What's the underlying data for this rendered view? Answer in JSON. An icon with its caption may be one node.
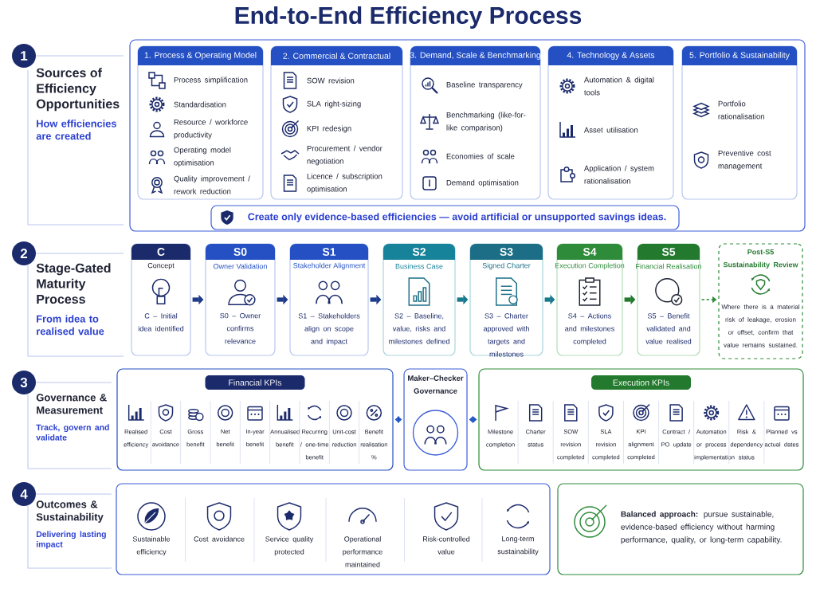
{
  "diagram": {
    "title": "End-to-End Efficiency Process",
    "nodes": [
      {
        "text": [
          "1"
        ]
      },
      {
        "text": [
          "Sources of Efficiency Opportunities",
          "How efficiencies are created"
        ]
      },
      {
        "text": [],
        "shape": "box"
      },
      {
        "text": [
          "1. Process & Operating Model",
          "Process simplification",
          "Standardisation",
          "Resource / workforce productivity",
          "Operating model optimisation",
          "Quality improvement / rework reduction"
        ],
        "in": 2
      },
      {
        "text": [
          "2. Commercial & Contractual",
          "SOW revision",
          "SLA right-sizing",
          "KPI redesign",
          "Procurement / vendor negotiation",
          "Licence / subscription optimisation"
        ],
        "in": 2
      },
      {
        "text": [
          "3. Demand, Scale & Benchmarking",
          "Baseline transparency",
          "Benchmarking (like-for-like comparison)",
          "Economies of scale",
          "Demand optimisation"
        ],
        "in": 2
      },
      {
        "text": [
          "4. Technology & Assets",
          "Automation & digital tools",
          "Asset utilisation",
          "Application / system rationalisation"
        ],
        "in": 2
      },
      {
        "text": [
          "5. Portfolio & Sustainability",
          "Portfolio rationalisation",
          "Preventive cost management"
        ],
        "in": 2
      },
      {
        "text": [
          "Create only evidence-based efficiencies — avoid artificial or unsupported savings ideas."
        ],
        "in": 2
      },
      {
        "text": [
          "2"
        ]
      },
      {
        "text": [
          "Stage-Gated Maturity Process",
          "From idea to realised value"
        ]
      },
      {
        "text": [
          "C",
          "Concept",
          "C – Initial idea identified"
        ]
      },
      {
        "text": [
          "S0",
          "Owner Validation",
          "S0 – Owner confirms relevance"
        ]
      },
      {
        "text": [
          "S1",
          "Stakeholder Alignment",
          "S1 – Stakeholders align on scope and impact"
        ]
      },
      {
        "text": [
          "S2",
          "Business Case",
          "S2 – Baseline, value, risks and milestones defined"
        ]
      },
      {
        "text": [
          "S3",
          "Signed Charter",
          "S3 – Charter approved with targets and milestones"
        ]
      },
      {
        "text": [
          "S4",
          "Execution Completion",
          "S4 – Actions and milestones completed"
        ]
      },
      {
        "text": [
          "S5",
          "Financial Realisation",
          "S5 – Benefit validated and value realised"
        ]
      },
      {
        "text": [
          "Post-S5 Sustainability Review",
          "Where there is a material risk of leakage, erosion or offset, confirm that value remains sustained."
        ]
      },
      {
        "text": [
          "3"
        ]
      },
      {
        "text": [
          "Governance & Measurement",
          "Track, govern and validate"
        ]
      },
      {
        "text": [
          "Financial KPIs",
          "Realised efficiency",
          "Cost avoidance",
          "Gross benefit",
          "Net benefit",
          "In-year benefit",
          "Annualised benefit",
          "Recurring / one-time benefit",
          "Unit-cost reduction",
          "Benefit realisation %"
        ]
      },
      {
        "text": [
          "Maker–Checker Governance"
        ]
      },
      {
        "text": [
          "Execution KPIs",
          "Milestone completion",
          "Charter status",
          "SOW revision completed",
          "SLA revision completed",
          "KPI alignment completed",
          "Contract / PO update",
          "Automation or process implementation",
          "Risk & dependency status",
          "Planned vs actual dates"
        ]
      },
      {
        "text": [
          "4"
        ]
      },
      {
        "text": [
          "Outcomes & Sustainability",
          "Delivering lasting impact"
        ]
      },
      {
        "text": [
          "Sustainable efficiency",
          "Cost avoidance",
          "Service quality protected",
          "Operational performance maintained",
          "Risk-controlled value",
          "Long-term sustainability"
        ]
      },
      {
        "text": [
          "**Balanced approach:** pursue sustainable, evidence-based efficiency without harming performance, quality, or long-term capability."
        ]
      }
    ],
    "edges": [
      {
        "from": 11,
        "to": 12,
        "arrow": "to",
        "color": "#1e3a8a"
      },
      {
        "from": 12,
        "to": 13,
        "arrow": "to",
        "color": "#1e3a8a"
      },
      {
        "from": 13,
        "to": 14,
        "arrow": "to",
        "color": "#1e3a8a"
      },
      {
        "from": 14,
        "to": 15,
        "arrow": "to",
        "color": "#17798c"
      },
      {
        "from": 15,
        "to": 16,
        "arrow": "to",
        "color": "#17798c"
      },
      {
        "from": 16,
        "to": 17,
        "arrow": "to",
        "color": "#237a2e"
      },
      {
        "from": 17,
        "to": 18,
        "arrow": "to",
        "style": "dashed",
        "color": "#2e8b3a"
      },
      {
        "from": 21,
        "to": 22,
        "arrow": "both",
        "color": "#2456c8"
      },
      {
        "from": 22,
        "to": 23,
        "arrow": "both",
        "color": "#2456c8"
      }
    ]
  }
}
